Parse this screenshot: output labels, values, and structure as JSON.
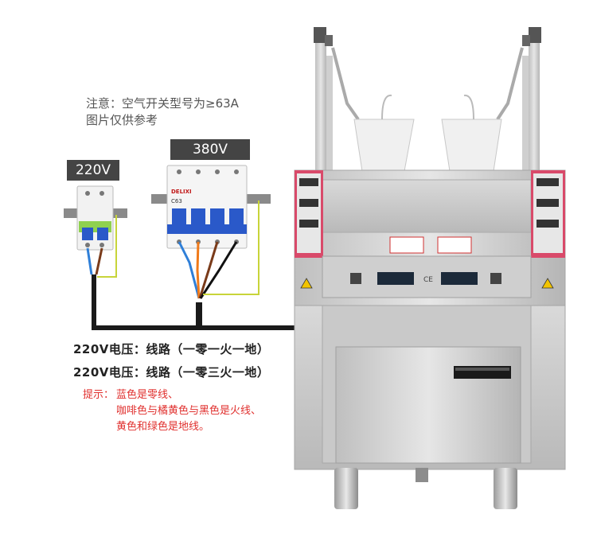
{
  "note": {
    "line1": "注意：空气开关型号为≥63A",
    "line2": "图片仅供参考"
  },
  "breakers": {
    "single_phase_label": "220V",
    "three_phase_label": "380V",
    "three_phase_model": "C63"
  },
  "wiring": {
    "line1": "220V电压：线路（一零一火一地）",
    "line2": "220V电压：线路（一零三火一地）"
  },
  "tip": {
    "prefix": "提示：",
    "line1": "蓝色是零线、",
    "line2": "咖啡色与橘黄色与黑色是火线、",
    "line3": "黄色和绿色是地线。"
  },
  "wire_colors": {
    "neutral": "#2f7fd8",
    "live_brown": "#7a3b1a",
    "live_orange": "#f07a1a",
    "live_black": "#111111",
    "earth": "#c8d43a"
  }
}
